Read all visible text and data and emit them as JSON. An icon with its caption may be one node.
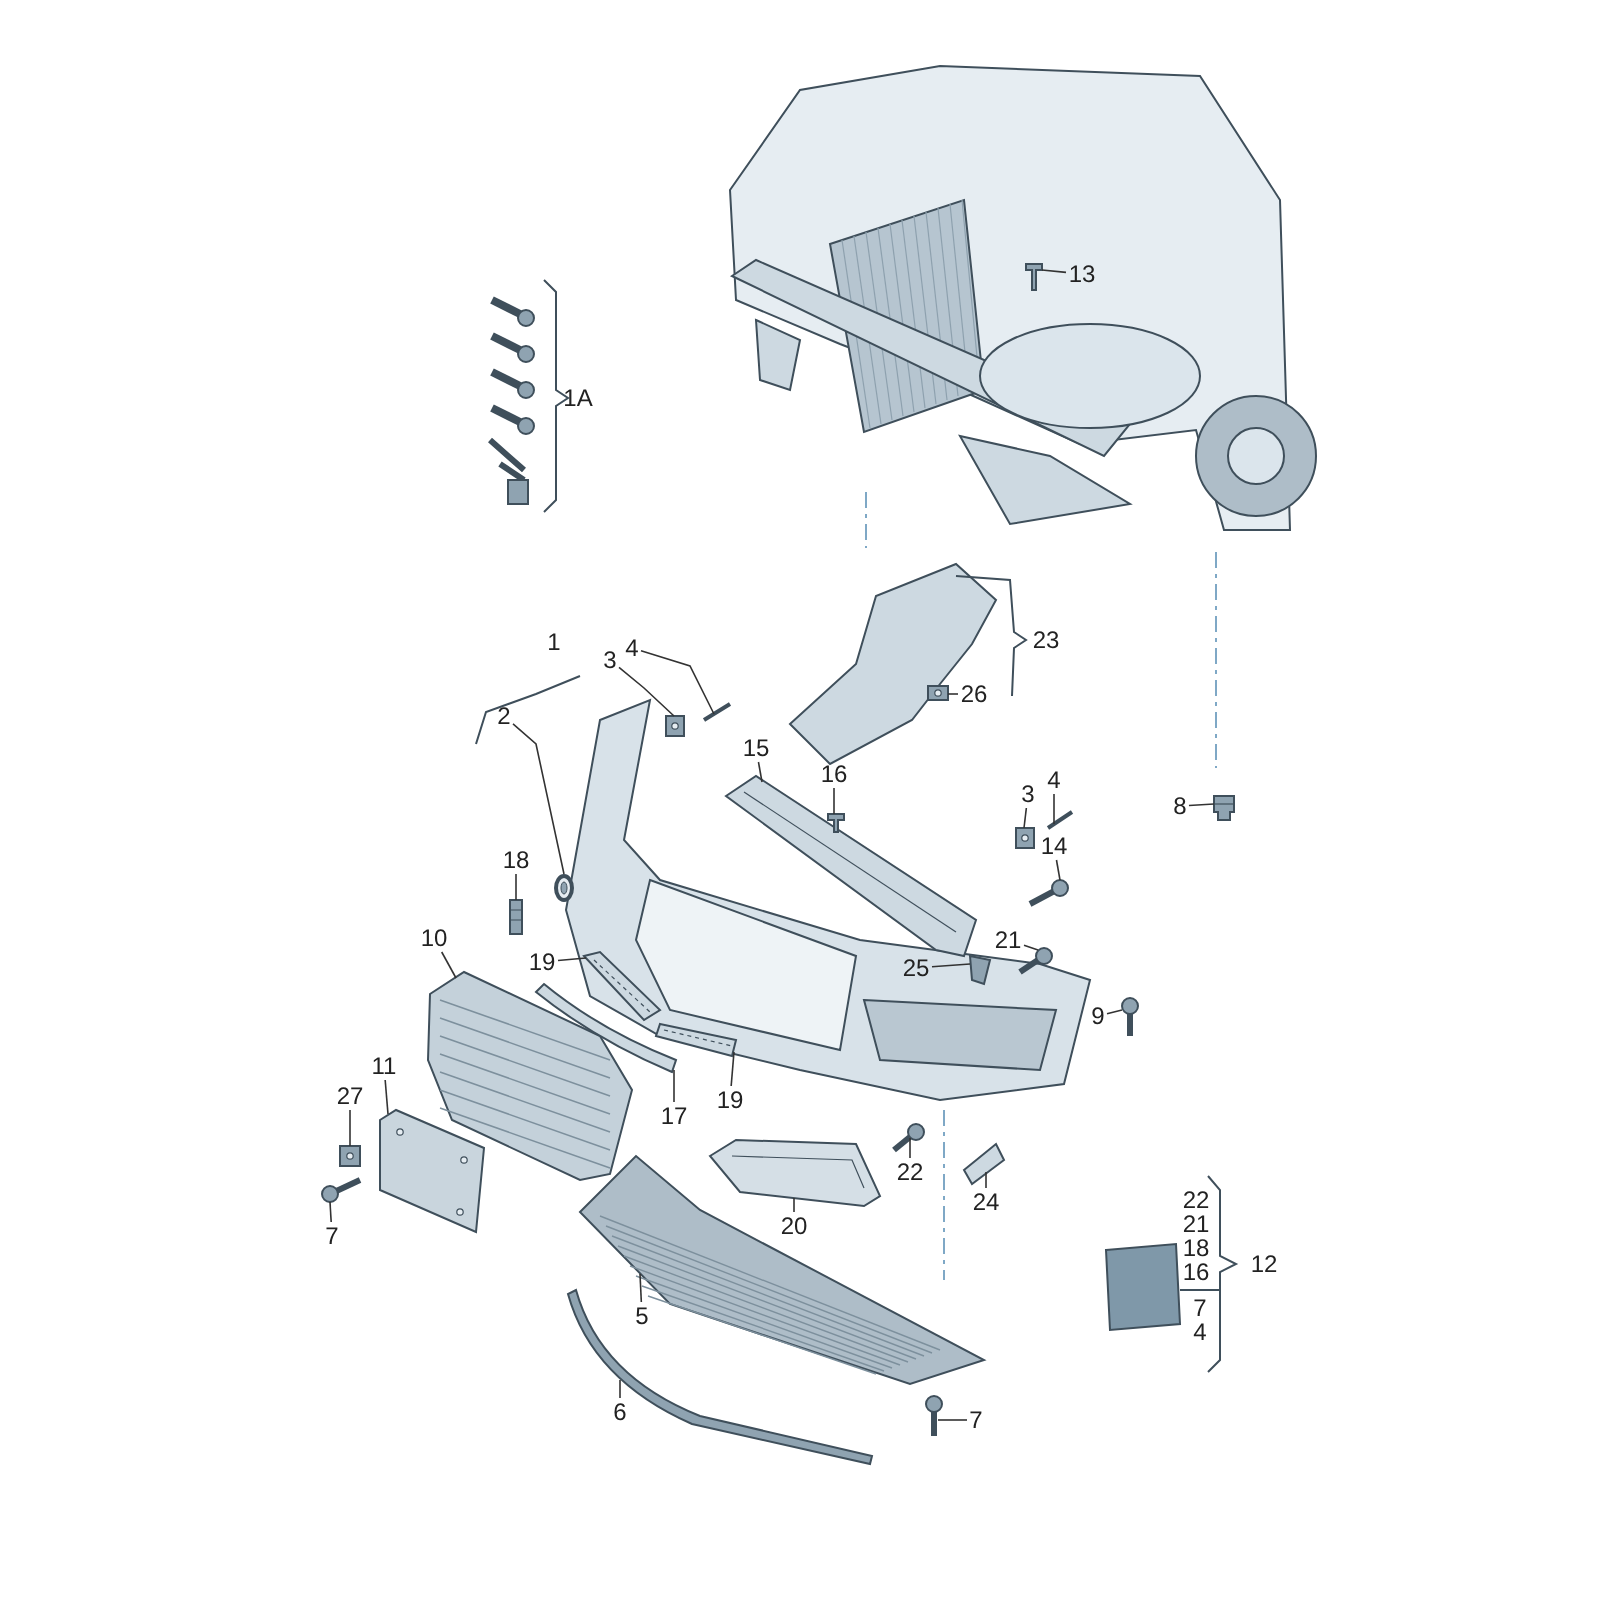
{
  "diagram": {
    "nodes": [
      {
        "text": [
          "13"
        ]
      },
      {
        "text": [
          "2"
        ]
      },
      {
        "text": [
          "3"
        ]
      },
      {
        "text": [
          "4"
        ]
      },
      {
        "text": [
          "15"
        ]
      },
      {
        "text": [
          "16"
        ]
      },
      {
        "text": [
          "3"
        ]
      },
      {
        "text": [
          "4"
        ]
      },
      {
        "text": [
          "14"
        ]
      },
      {
        "text": [
          "8"
        ]
      },
      {
        "text": [
          "18"
        ]
      },
      {
        "text": [
          "10"
        ]
      },
      {
        "text": [
          "21"
        ]
      },
      {
        "text": [
          "25"
        ]
      },
      {
        "text": [
          "19"
        ]
      },
      {
        "text": [
          "9"
        ]
      },
      {
        "text": [
          "17"
        ]
      },
      {
        "text": [
          "19"
        ]
      },
      {
        "text": [
          "11"
        ]
      },
      {
        "text": [
          "27"
        ]
      },
      {
        "text": [
          "22"
        ]
      },
      {
        "text": [
          "24"
        ]
      },
      {
        "text": [
          "20"
        ]
      },
      {
        "text": [
          "7"
        ]
      },
      {
        "text": [
          "5"
        ]
      },
      {
        "text": [
          "6"
        ]
      },
      {
        "text": [
          "7"
        ]
      },
      {
        "text": [
          "26"
        ]
      },
      {
        "text": [],
        "shape": "picture"
      },
      {
        "text": [],
        "shape": "picture"
      },
      {
        "text": [],
        "shape": "picture"
      },
      {
        "text": [],
        "shape": "picture"
      },
      {
        "text": [],
        "shape": "picture"
      },
      {
        "text": [],
        "shape": "picture"
      },
      {
        "text": [],
        "shape": "picture"
      },
      {
        "text": [],
        "shape": "picture"
      },
      {
        "text": [],
        "shape": "picture"
      },
      {
        "text": [],
        "shape": "picture"
      },
      {
        "text": [],
        "shape": "picture"
      },
      {
        "text": [],
        "shape": "picture"
      },
      {
        "text": [],
        "shape": "picture"
      },
      {
        "text": [],
        "shape": "picture"
      },
      {
        "text": [],
        "shape": "picture"
      },
      {
        "text": [],
        "shape": "picture"
      },
      {
        "text": [],
        "shape": "picture"
      },
      {
        "text": [],
        "shape": "picture"
      },
      {
        "text": [],
        "shape": "picture"
      },
      {
        "text": [],
        "shape": "picture"
      },
      {
        "text": [],
        "shape": "picture"
      },
      {
        "text": [],
        "shape": "picture"
      },
      {
        "text": [],
        "shape": "picture"
      },
      {
        "text": [],
        "shape": "picture"
      },
      {
        "text": [],
        "shape": "picture"
      },
      {
        "text": [],
        "shape": "picture"
      },
      {
        "text": [],
        "shape": "picture"
      },
      {
        "text": [],
        "shape": "picture"
      }
    ],
    "edges": [
      {
        "from": 0,
        "to": 28,
        "arrow": "none"
      },
      {
        "from": 1,
        "to": 29,
        "arrow": "none"
      },
      {
        "from": 2,
        "to": 30,
        "arrow": "none"
      },
      {
        "from": 3,
        "to": 31,
        "arrow": "none"
      },
      {
        "from": 4,
        "to": 32,
        "arrow": "none"
      },
      {
        "from": 5,
        "to": 33,
        "arrow": "none"
      },
      {
        "from": 6,
        "to": 34,
        "arrow": "none"
      },
      {
        "from": 7,
        "to": 35,
        "arrow": "none"
      },
      {
        "from": 8,
        "to": 36,
        "arrow": "none"
      },
      {
        "from": 9,
        "to": 37,
        "arrow": "none"
      },
      {
        "from": 10,
        "to": 38,
        "arrow": "none"
      },
      {
        "from": 11,
        "to": 39,
        "arrow": "none"
      },
      {
        "from": 12,
        "to": 40,
        "arrow": "none"
      },
      {
        "from": 13,
        "to": 41,
        "arrow": "none"
      },
      {
        "from": 14,
        "to": 42,
        "arrow": "none"
      },
      {
        "from": 15,
        "to": 43,
        "arrow": "none"
      },
      {
        "from": 16,
        "to": 44,
        "arrow": "none"
      },
      {
        "from": 17,
        "to": 45,
        "arrow": "none"
      },
      {
        "from": 18,
        "to": 46,
        "arrow": "none"
      },
      {
        "from": 19,
        "to": 47,
        "arrow": "none"
      },
      {
        "from": 20,
        "to": 48,
        "arrow": "none"
      },
      {
        "from": 21,
        "to": 49,
        "arrow": "none"
      },
      {
        "from": 22,
        "to": 50,
        "arrow": "none"
      },
      {
        "from": 23,
        "to": 51,
        "arrow": "none"
      },
      {
        "from": 24,
        "to": 52,
        "arrow": "none"
      },
      {
        "from": 25,
        "to": 53,
        "arrow": "none"
      },
      {
        "from": 26,
        "to": 54,
        "arrow": "none"
      },
      {
        "from": 27,
        "to": 55,
        "arrow": "none"
      }
    ],
    "labels": [
      "1A",
      "23",
      "1",
      "22",
      "21",
      "18",
      "16",
      "12",
      "7",
      "4"
    ]
  }
}
